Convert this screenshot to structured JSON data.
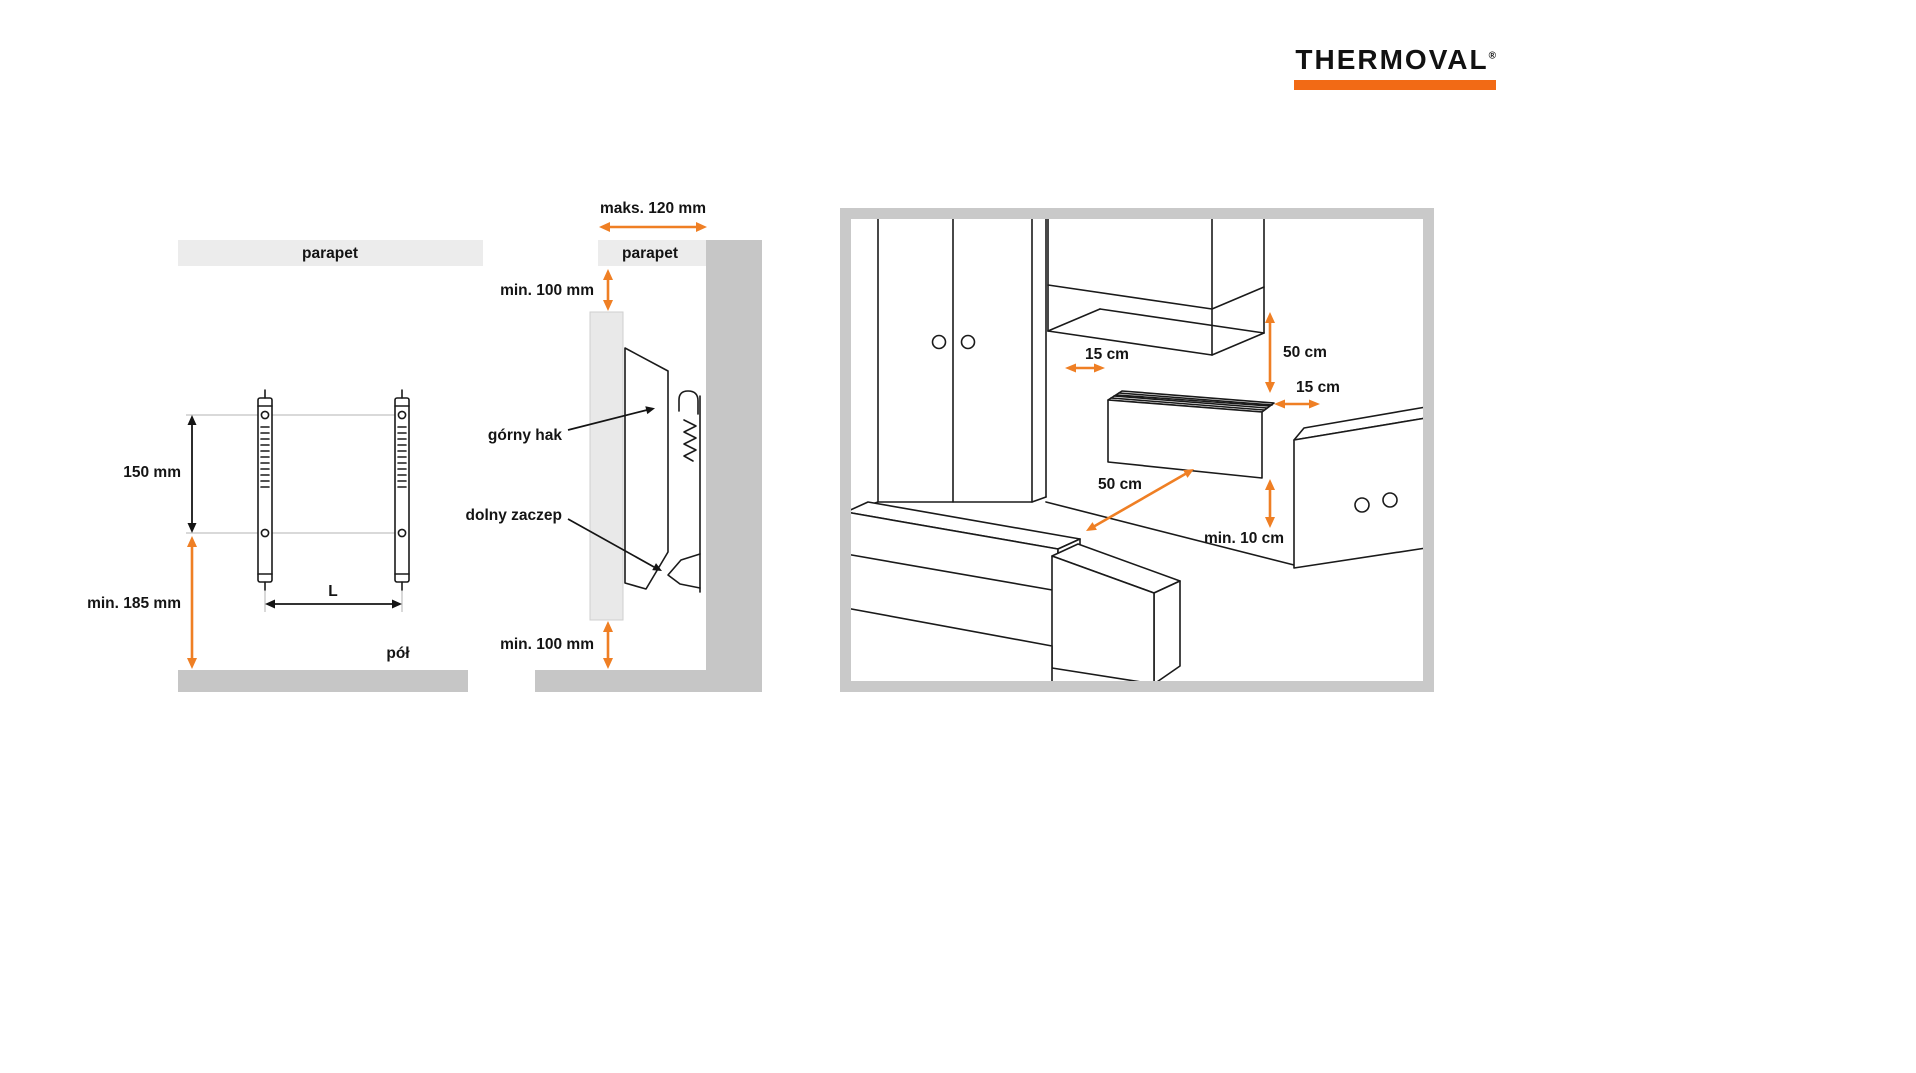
{
  "brand": {
    "name": "THERMOVAL",
    "registered_mark": "®"
  },
  "colors": {
    "accent_orange": "#ef7f24",
    "logo_orange": "#f26a15",
    "line_dark": "#161616",
    "surface_light": "#ececec",
    "surface_mid": "#c6c6c6",
    "frame_gray": "#c9c9c9"
  },
  "front_view": {
    "parapet_label": "parapet",
    "floor_label": "pół",
    "dims": {
      "height_150": "150 mm",
      "min_height_185": "min. 185 mm",
      "bracket_spacing": "L"
    }
  },
  "side_view": {
    "max_overhang": "maks. 120 mm",
    "parapet_label": "parapet",
    "min_top_clearance": "min. 100 mm",
    "upper_hook": "górny hak",
    "lower_catch": "dolny zaczep",
    "min_bottom_clearance": "min. 100 mm"
  },
  "room_view": {
    "side_clearance_left": "15 cm",
    "top_clearance": "50 cm",
    "side_clearance_right": "15 cm",
    "front_clearance": "50 cm",
    "floor_clearance": "min. 10 cm"
  }
}
